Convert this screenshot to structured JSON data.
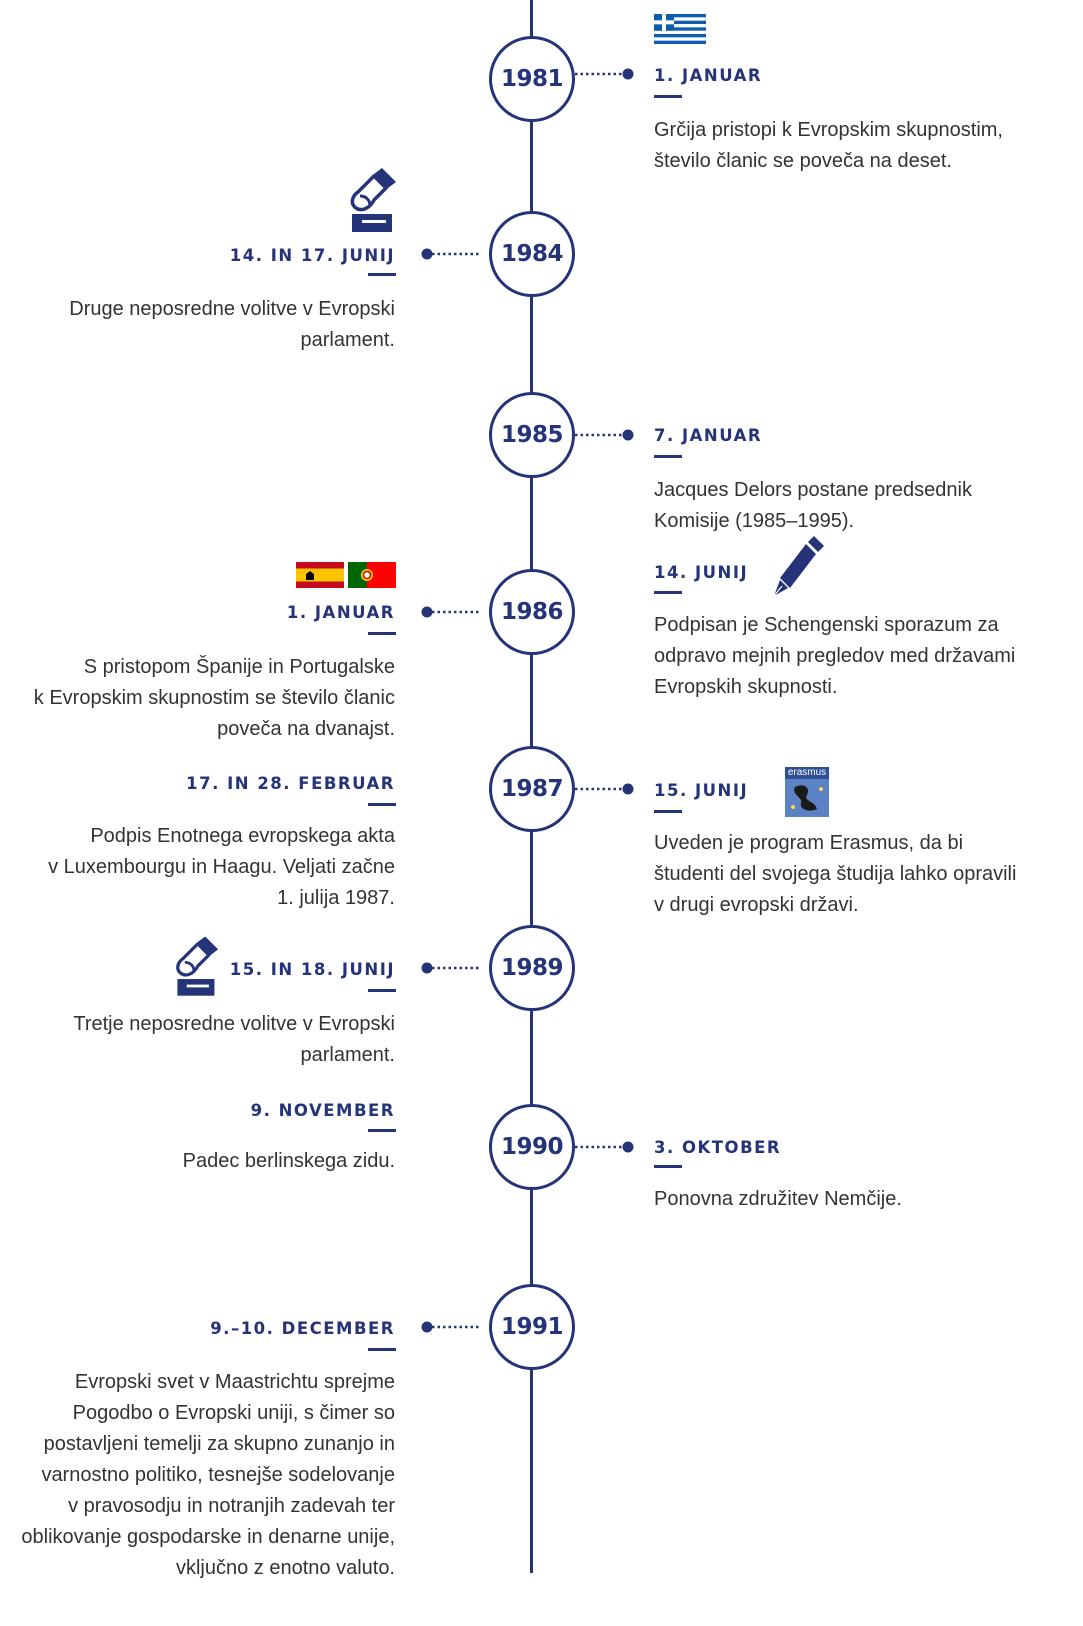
{
  "events": [
    {
      "year": "1981",
      "date": "1. JANUAR",
      "lines": [
        "Grčija pristopi k Evropskim skupnostim,",
        "število članic se poveča na deset."
      ]
    },
    {
      "year": "1984",
      "date": "14. IN 17. JUNIJ",
      "lines": [
        "Druge neposredne volitve v Evropski",
        "parlament."
      ]
    },
    {
      "year": "1985",
      "date": "7. JANUAR",
      "lines": [
        "Jacques Delors postane predsednik",
        "Komisije (1985–1995)."
      ]
    },
    {
      "year": "1986",
      "date": "1. JANUAR",
      "lines": [
        "S pristopom Španije in Portugalske",
        "k Evropskim skupnostim se število članic",
        "poveča na dvanajst."
      ]
    },
    {
      "date": "14. JUNIJ",
      "lines": [
        "Podpisan je Schengenski sporazum za",
        "odpravo mejnih pregledov med državami",
        "Evropskih skupnosti."
      ]
    },
    {
      "date": "17. IN 28. FEBRUAR",
      "lines": [
        "Podpis Enotnega evropskega akta",
        "v Luxembourgu in Haagu. Veljati začne",
        "1. julija 1987."
      ]
    },
    {
      "year": "1987",
      "date": "15. JUNIJ",
      "lines": [
        "Uveden je program Erasmus, da bi",
        "študenti del svojega študija lahko opravili",
        "v drugi evropski državi."
      ]
    },
    {
      "year": "1989",
      "date": "15. IN 18. JUNIJ",
      "lines": [
        "Tretje neposredne volitve v Evropski",
        "parlament."
      ]
    },
    {
      "date": "9. NOVEMBER",
      "lines": [
        "Padec berlinskega zidu."
      ]
    },
    {
      "year": "1990",
      "date": "3. OKTOBER",
      "lines": [
        "Ponovna združitev Nemčije."
      ]
    },
    {
      "year": "1991",
      "date": "9.–10. DECEMBER",
      "lines": [
        "Evropski svet v Maastrichtu sprejme",
        "Pogodbo o Evropski uniji, s čimer so",
        "postavljeni temelji za skupno zunanjo in",
        "varnostno politiko, tesnejše sodelovanje",
        "v pravosodju in notranjih zadevah ter",
        "oblikovanje gospodarske in denarne unije,",
        "vključno z enotno valuto."
      ]
    }
  ],
  "erasmus_logo_text": "erasmus",
  "colors": {
    "accent": "#253379",
    "text": "#333333",
    "greece_blue": "#0d5eaf",
    "spain_red": "#c60b1e",
    "spain_yellow": "#ffc400",
    "portugal_green": "#006600",
    "portugal_red": "#ff0000"
  }
}
